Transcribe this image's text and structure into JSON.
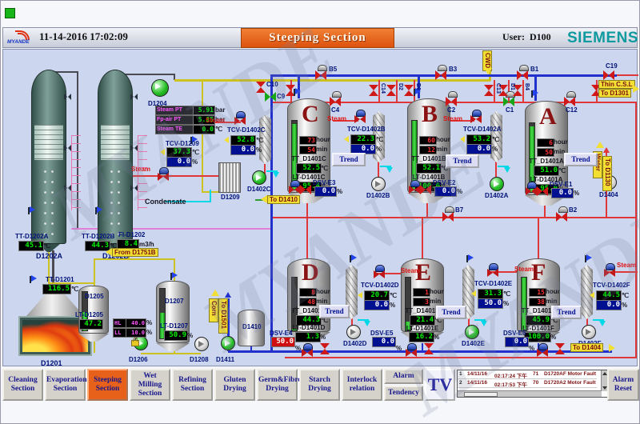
{
  "header": {
    "datetime": "11-14-2016   17:02:09",
    "title": "Steeping Section",
    "user_label": "User:",
    "user": "D100",
    "brand": "SIEMENS",
    "logo": "MYANDE"
  },
  "watermark": "MYANDE",
  "labels": {
    "hour": "hour",
    "min": "min",
    "degc": "℃",
    "pct": "%",
    "bar": "bar",
    "m3h": "m3/h",
    "steam": "Steam",
    "condensate": "Condensate",
    "trend": "Trend"
  },
  "steam_block": {
    "rows": [
      {
        "label": "Steam PT",
        "value": "5.91",
        "unit": "bar"
      },
      {
        "label": "Fp-air PT",
        "value": "5.85",
        "unit": "bar"
      },
      {
        "label": "Steam TE",
        "value": "0.0",
        "unit": "℃"
      }
    ]
  },
  "tcv1209": {
    "label": "TCV-D1209",
    "temp": "37.3",
    "pct": "0.0"
  },
  "left": {
    "tt1202a_label": "TT-D1202A",
    "tt1202a": "45.1",
    "tt1202b_label": "TT-D1202B",
    "tt1202b": "44.3",
    "tt1201_label": "TT-D1201",
    "tt1201": "116.5",
    "fi_label": "FI-D1202",
    "fi": "8.4",
    "lt1205_label": "LT-D1205",
    "lt1205": "47.2",
    "hl_label": "HL",
    "hl": "40.0",
    "ll_label": "LL",
    "ll": "10.0",
    "lt1207_label": "LT-D1207",
    "lt1207": "50.9"
  },
  "equip": {
    "d1201": "D1201",
    "d1202a": "D1202A",
    "d1202b": "D1202B",
    "d1204": "D1204",
    "d1205": "D1205",
    "d1206": "D1206",
    "d1207": "D1207",
    "d1208": "D1208",
    "d1209": "D1209",
    "d1404": "D1404",
    "d1410": "D1410",
    "d1411": "D1411"
  },
  "tags": {
    "thin_csl": "Thin C.S.L",
    "to_d1301": "To D1301",
    "cwd": "CWD",
    "to_d1410": "To D1410",
    "to_d1404": "To D1404",
    "water": "Water",
    "to_d1130": "To D1130",
    "corn": "Corn",
    "to_d1501": "To D1501",
    "from_d1751b": "From D1751B"
  },
  "valves": {
    "b5": "B5",
    "b3": "B3",
    "b1": "B1",
    "c19": "C19",
    "c4": "C4",
    "c2": "C2",
    "c1": "C1",
    "c12": "C12",
    "c10": "C10",
    "c9": "C9",
    "c14": "C14",
    "d2": "D2",
    "b6": "B6",
    "c13": "C13",
    "d1": "D1",
    "b4": "B4",
    "b7": "B7",
    "b2": "B2"
  },
  "tanks": [
    {
      "letter": "C",
      "hour": "73",
      "min": "54",
      "tt_label": "TT_D1401C",
      "tt": "52.5",
      "lt_label": "LT-D1401C",
      "lt": "95.4",
      "dsv_label": "DSV-E3",
      "dsv": "0.0",
      "tcv_label": "TCV-D1402C",
      "tcv_temp": "52.8",
      "tcv_pct": "0.0",
      "pump": "D1402C"
    },
    {
      "letter": "B",
      "hour": "60",
      "min": "12",
      "tt_label": "TT_D1401B",
      "tt": "52.1",
      "lt_label": "LT-D1401B",
      "lt": "100.0",
      "dsv_label": "DSV-E2",
      "dsv": "0.0",
      "tcv_label": "TCV-D1402B",
      "tcv_temp": "22.3",
      "tcv_pct": "0.0",
      "pump": "D1402B"
    },
    {
      "letter": "A",
      "hour": "6",
      "min": "50",
      "tt_label": "TT_D1401A",
      "tt": "51.0",
      "lt_label": "LT-D1401A",
      "lt": "95.0",
      "dsv_label": "DSV-E1",
      "dsv": "0.0",
      "tcv_label": "TCV-D1402A",
      "tcv_temp": "53.2",
      "tcv_pct": "0.0",
      "pump": "D1402A"
    },
    {
      "letter": "D",
      "hour": "8",
      "min": "48",
      "tt_label": "TT_D1401D",
      "tt": "44.3",
      "lt_label": "LT-D1401D",
      "lt": "1.3",
      "dsv_label": "DSV-E4",
      "dsv": "50.0",
      "tcv_label": "TCV-D1402D",
      "tcv_temp": "20.7",
      "tcv_pct": "0.0",
      "pump": "D1402D"
    },
    {
      "letter": "E",
      "hour": "1",
      "min": "3",
      "tt_label": "TT_D1401E",
      "tt": "21.4",
      "lt_label": "LT-D1401E",
      "lt": "16.2",
      "dsv_label": "DSV-E5",
      "dsv": "0.0",
      "tcv_label": "TCV-D1402E",
      "tcv_temp": "31.3",
      "tcv_pct": "50.0",
      "pump": "D1402E"
    },
    {
      "letter": "F",
      "hour": "15",
      "min": "38",
      "tt_label": "TT_D1401F",
      "tt": "45.9",
      "lt_label": "LT-D1401F",
      "lt": "100.0",
      "dsv_label": "DSV-E6",
      "dsv": "0.0",
      "tcv_label": "TCV-D1402F",
      "tcv_temp": "44.5",
      "tcv_pct": "0.0",
      "pump": "D1402F"
    }
  ],
  "nav": {
    "buttons": [
      [
        "Cleaning",
        "Section"
      ],
      [
        "Evaporation",
        "Section"
      ],
      [
        "Steeping",
        "Section"
      ],
      [
        "Wet Milling",
        "Section"
      ],
      [
        "Refining",
        "Section"
      ],
      [
        "Gluten",
        "Drying"
      ],
      [
        "Germ&Fibre",
        "Drying"
      ],
      [
        "Starch",
        "Drying"
      ],
      [
        "Interlock",
        "relation"
      ]
    ],
    "alarm": "Alarm",
    "tendency": "Tendency",
    "tv": "TV",
    "reset1": "Alarm",
    "reset2": "Reset"
  },
  "alarm_list": {
    "rows": [
      [
        "1",
        "14/11/16",
        "02:17:24 下午",
        "71",
        "D1720AF Motor Fault Alarm"
      ],
      [
        "2",
        "14/11/16",
        "02:17:53 下午",
        "70",
        "D1720A2 Motor Fault Alarm"
      ]
    ]
  }
}
